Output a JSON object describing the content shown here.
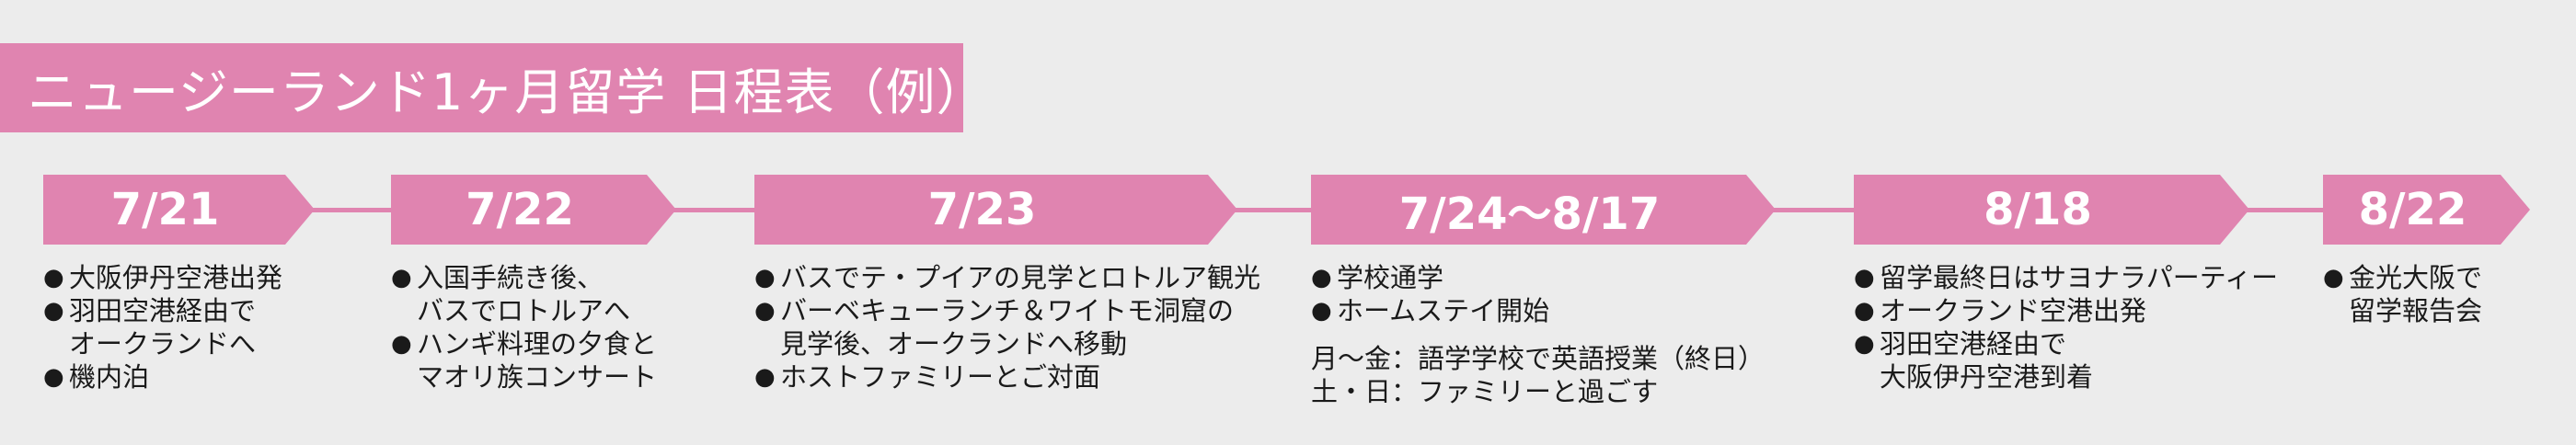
{
  "title": "ニュージーランド1ヶ月留学 日程表（例）",
  "colors": {
    "accent": "#e084b0",
    "background": "#ececec",
    "text": "#1a1a1a"
  },
  "bullet_icon": "black-circle-bullet",
  "days": [
    {
      "date": "7/21",
      "items": [
        {
          "lines": [
            "大阪伊丹空港出発"
          ]
        },
        {
          "lines": [
            "羽田空港経由で",
            "オークランドへ"
          ]
        },
        {
          "lines": [
            "機内泊"
          ]
        }
      ]
    },
    {
      "date": "7/22",
      "items": [
        {
          "lines": [
            "入国手続き後、",
            "バスでロトルアへ"
          ]
        },
        {
          "lines": [
            "ハンギ料理の夕食と",
            "マオリ族コンサート"
          ]
        }
      ]
    },
    {
      "date": "7/23",
      "items": [
        {
          "lines": [
            "バスでテ・プイアの見学とロトルア観光"
          ]
        },
        {
          "lines": [
            "バーベキューランチ＆ワイトモ洞窟の",
            "見学後、オークランドへ移動"
          ]
        },
        {
          "lines": [
            "ホストファミリーとご対面"
          ]
        }
      ]
    },
    {
      "date": "7/24〜8/17",
      "items": [
        {
          "lines": [
            "学校通学"
          ]
        },
        {
          "lines": [
            "ホームステイ開始"
          ]
        }
      ],
      "notes": [
        "月〜金：語学学校で英語授業（終日）",
        "土・日：ファミリーと過ごす"
      ]
    },
    {
      "date": "8/18",
      "items": [
        {
          "lines": [
            "留学最終日はサヨナラパーティー"
          ]
        },
        {
          "lines": [
            "オークランド空港出発"
          ]
        },
        {
          "lines": [
            "羽田空港経由で",
            "大阪伊丹空港到着"
          ]
        }
      ]
    },
    {
      "date": "8/22",
      "items": [
        {
          "lines": [
            "金光大阪で",
            "留学報告会"
          ]
        }
      ]
    }
  ]
}
